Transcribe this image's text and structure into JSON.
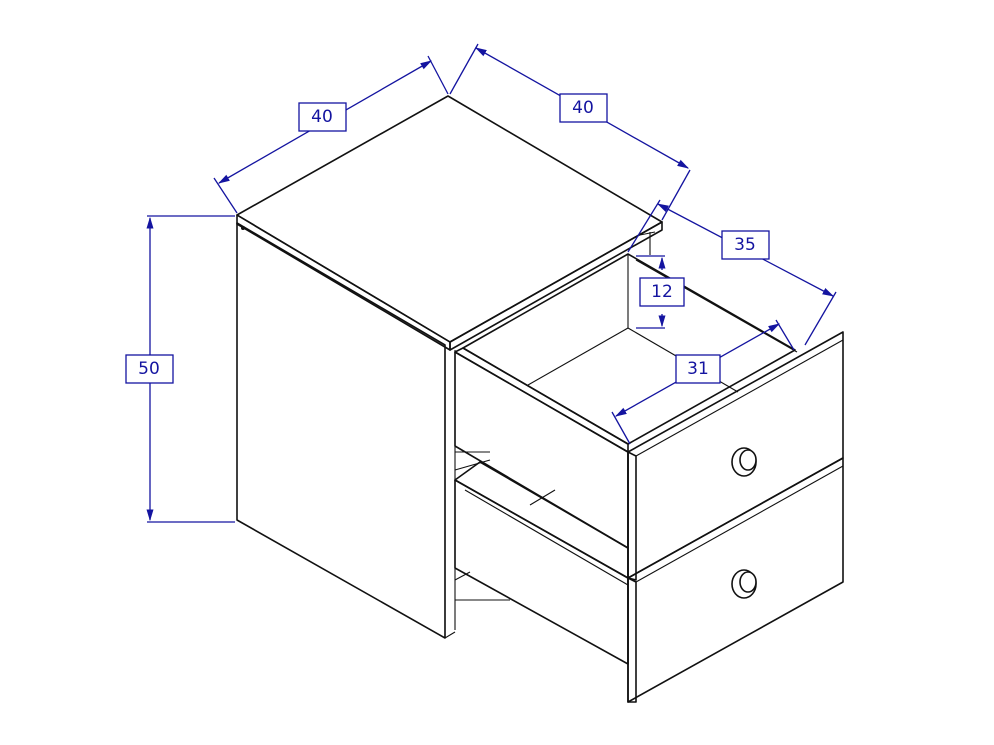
{
  "dimensions": {
    "top_depth": "40",
    "top_width": "40",
    "height": "50",
    "drawer_depth": "35",
    "drawer_inner_height": "12",
    "drawer_inner_width": "31"
  },
  "colors": {
    "line": "#111111",
    "dimension": "#1414a0",
    "background": "#ffffff"
  }
}
